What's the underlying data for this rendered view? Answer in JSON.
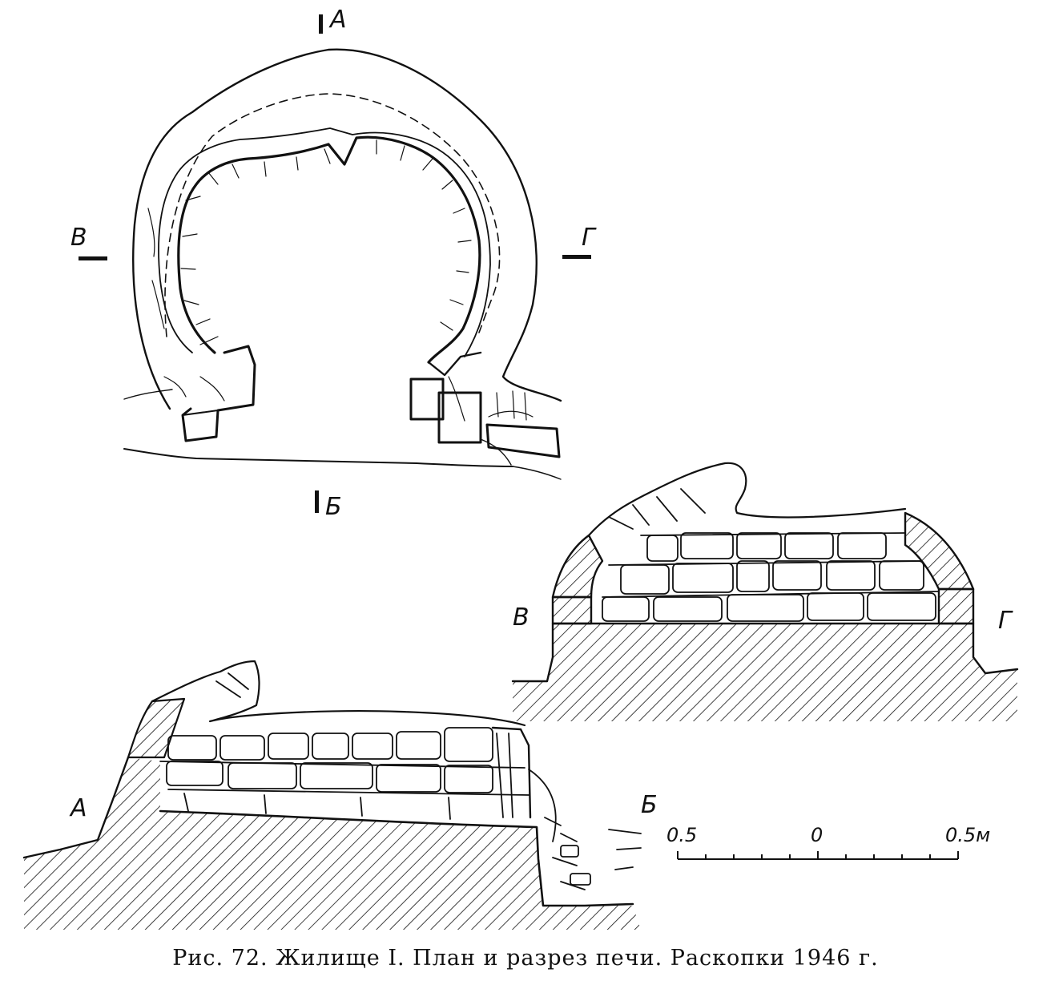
{
  "section_labels": {
    "a_top": "A",
    "b_bottom": "Б",
    "v_left": "В",
    "g_right": "Г",
    "v_section": "В",
    "g_section": "Г",
    "a_section": "А",
    "b_section": "Б"
  },
  "scale_bar": {
    "left_label": "0.5",
    "center_label": "0",
    "right_label": "0.5м"
  },
  "caption": "Рис. 72. Жилище I. План и разрез печи. Раскопки 1946 г.",
  "colors": {
    "ink": "#111111",
    "paper": "#ffffff"
  }
}
